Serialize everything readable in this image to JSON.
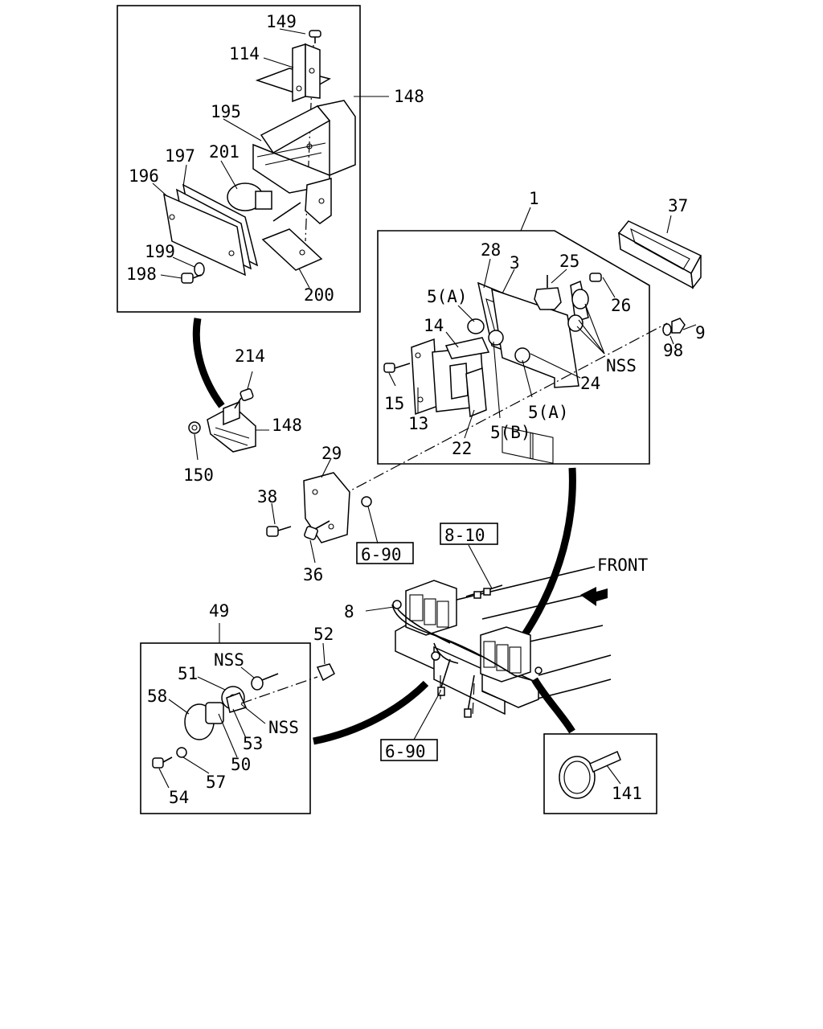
{
  "labels": {
    "149": "149",
    "114": "114",
    "148a": "148",
    "195": "195",
    "197": "197",
    "201": "201",
    "196": "196",
    "199": "199",
    "198": "198",
    "200": "200",
    "214": "214",
    "148b": "148",
    "150": "150",
    "1": "1",
    "28": "28",
    "3": "3",
    "25": "25",
    "37": "37",
    "26": "26",
    "5A_top": "5(A)",
    "14": "14",
    "15": "15",
    "13": "13",
    "22": "22",
    "5B": "5(B)",
    "5A_bot": "5(A)",
    "24": "24",
    "NSS_right": "NSS",
    "98": "98",
    "9": "9",
    "29": "29",
    "38": "38",
    "36": "36",
    "ref_690_top": "6-90",
    "ref_810": "8-10",
    "front": "FRONT",
    "8": "8",
    "49": "49",
    "52": "52",
    "NSS_top": "NSS",
    "51": "51",
    "58": "58",
    "NSS_side": "NSS",
    "53": "53",
    "50": "50",
    "57": "57",
    "54": "54",
    "ref_690_bot": "6-90",
    "141": "141"
  }
}
